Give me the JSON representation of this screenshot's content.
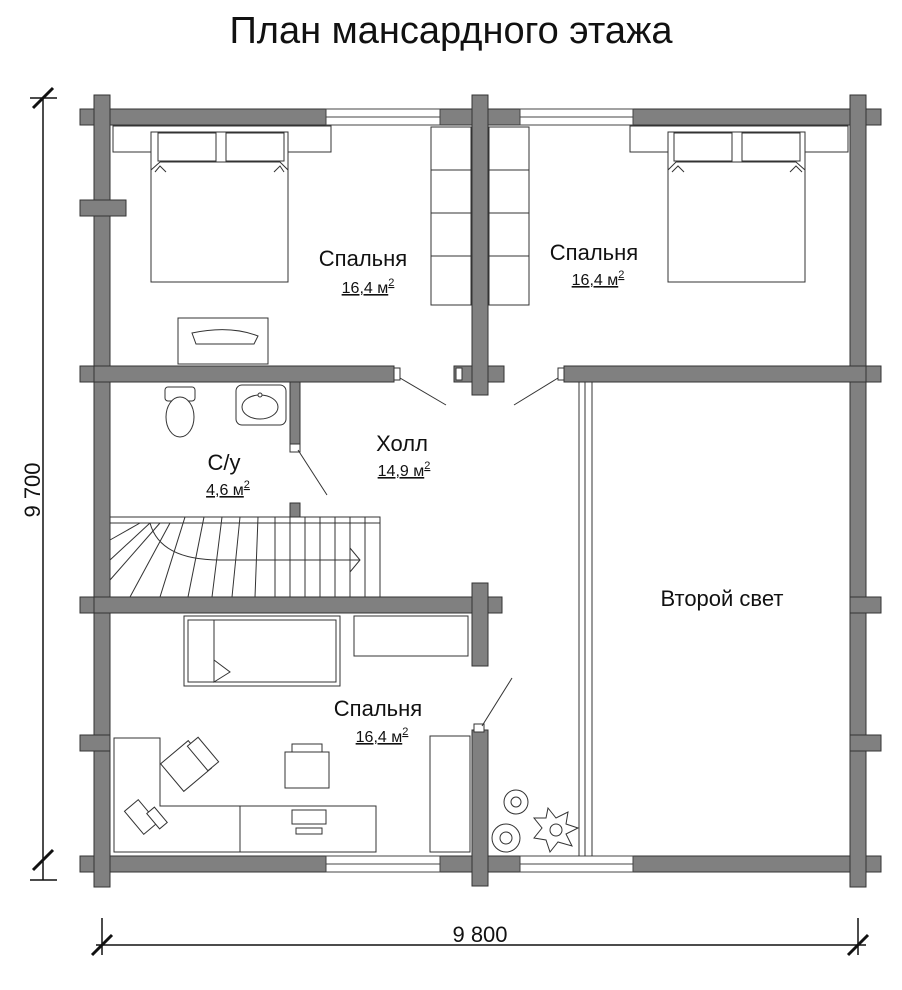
{
  "title": "План мансардного этажа",
  "dimensions": {
    "width": "9 800",
    "height": "9 700"
  },
  "rooms": {
    "bedroom_nw": {
      "name": "Спальня",
      "area": "16,4 м",
      "unit_sup": "2"
    },
    "bedroom_ne": {
      "name": "Спальня",
      "area": "16,4 м",
      "unit_sup": "2"
    },
    "wc": {
      "name": "С/у",
      "area": "4,6 м",
      "unit_sup": "2"
    },
    "hall": {
      "name": "Холл",
      "area": "14,9 м",
      "unit_sup": "2"
    },
    "bedroom_sw": {
      "name": "Спальня",
      "area": "16,4 м",
      "unit_sup": "2"
    },
    "void": {
      "name": "Второй свет"
    }
  },
  "colors": {
    "wall": "#808080",
    "wall_stroke": "#333333",
    "line": "#222222"
  }
}
